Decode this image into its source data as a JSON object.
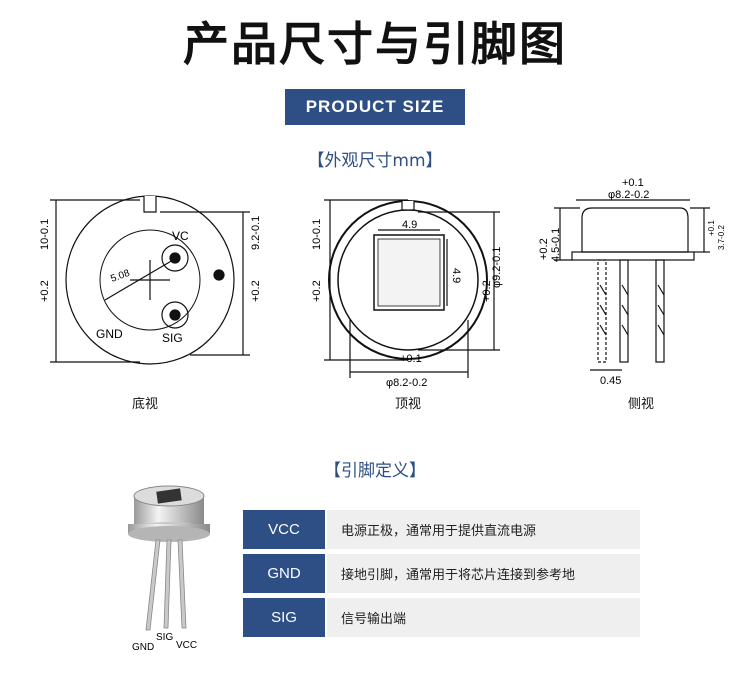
{
  "header": {
    "title": "产品尺寸与引脚图",
    "badge": "PRODUCT SIZE"
  },
  "dimensions": {
    "section_label": "【外观尺寸mm】",
    "views": [
      {
        "label": "底视",
        "height": "10-0.1",
        "height_tol": "+0.2",
        "diameter": "9.2-0.1",
        "diameter_tol": "+0.2",
        "pin_circle": "5.08",
        "pins": [
          "VC",
          "GND",
          "SIG"
        ]
      },
      {
        "label": "顶视",
        "height": "10-0.1",
        "height_tol": "+0.2",
        "diameter": "φ9.2-0.1",
        "diameter_tol": "+0.2",
        "window_w": "4.9",
        "window_h": "4.9",
        "outer": "φ8.2-0.2",
        "outer_tol": "+0.1"
      },
      {
        "label": "侧视",
        "top": "φ8.2-0.2",
        "top_tol": "+0.1",
        "height": "4.5-0.1",
        "height_tol": "+0.2",
        "right": "3.7-0.2",
        "right_tol": "+0.1",
        "pin_width": "0.45"
      }
    ]
  },
  "pin_definition": {
    "section_label": "【引脚定义】",
    "photo_labels": {
      "gnd": "GND",
      "sig": "SIG",
      "vcc": "VCC"
    },
    "rows": [
      {
        "name": "VCC",
        "desc": "电源正极，通常用于提供直流电源"
      },
      {
        "name": "GND",
        "desc": "接地引脚，通常用于将芯片连接到参考地"
      },
      {
        "name": "SIG",
        "desc": "信号输出端"
      }
    ]
  }
}
